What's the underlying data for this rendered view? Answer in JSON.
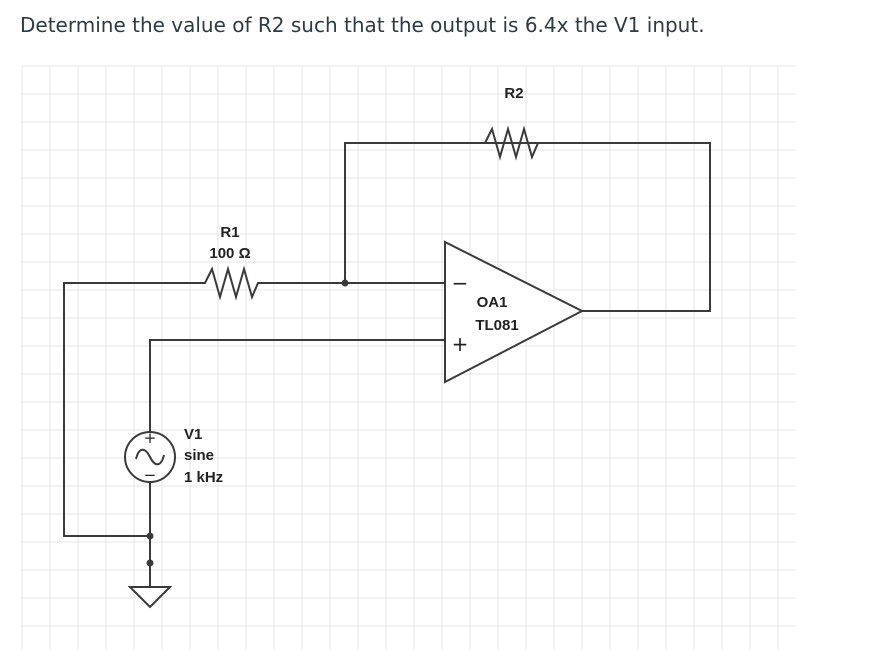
{
  "question": "Determine the value of R2 such that the output is 6.4x the V1 input.",
  "components": {
    "r1": {
      "name": "R1",
      "value": "100 Ω"
    },
    "r2": {
      "name": "R2"
    },
    "opamp": {
      "name": "OA1",
      "model": "TL081",
      "inv_symbol": "−",
      "noninv_symbol": "+"
    },
    "source": {
      "name": "V1",
      "type": "sine",
      "freq": "1 kHz",
      "plus_symbol": "+",
      "minus_symbol": "−"
    }
  },
  "colors": {
    "grid_line": "#e4e4e4",
    "wire": "#3a3a3a",
    "text": "#222222",
    "question_text": "#2d3b45"
  }
}
